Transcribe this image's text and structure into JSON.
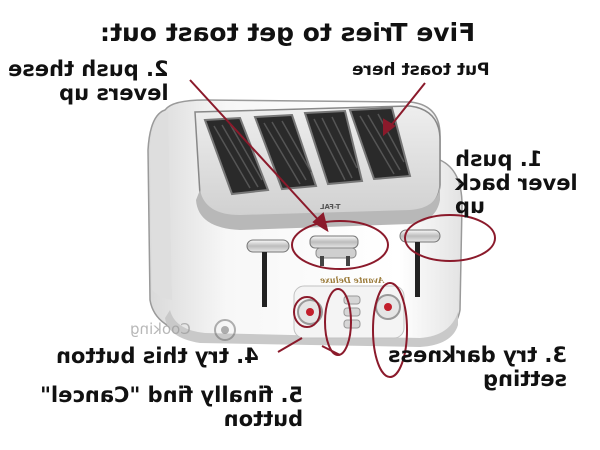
{
  "title": "Five Tries to get toast out:",
  "annotations": {
    "step2": "2. push these\nlevers up",
    "put_toast": "Put toast here",
    "step1": "1. push\nlever back\nup",
    "step4": "4. try this button",
    "step3": "3. try darkness\nsetting",
    "step5": "5. finally find \"Cancel\"\nbutton"
  },
  "product": {
    "brand": "T-FAL",
    "model": "Avante Deluxe"
  },
  "watermark": "Cooking",
  "colors": {
    "annotation": "#8b1a2b",
    "text": "#111111",
    "body": "#f2f2f2"
  }
}
